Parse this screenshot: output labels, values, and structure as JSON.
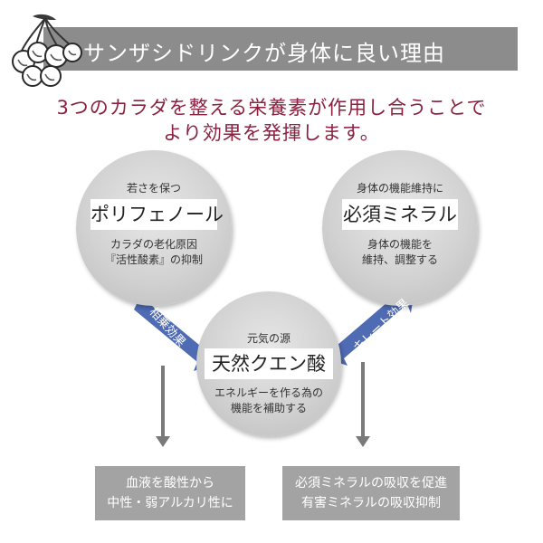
{
  "header": {
    "title": "サンザシドリンクが身体に良い理由"
  },
  "headline": {
    "line1": "3つのカラダを整える栄養素が作用し合うことで",
    "line2": "より効果を発揮します。"
  },
  "nutrients": {
    "polyphenol": {
      "subtitle": "若さを保つ",
      "name": "ポリフェノール",
      "desc1": "カラダの老化原因",
      "desc2": "『活性酸素』の抑制"
    },
    "mineral": {
      "subtitle": "身体の機能維持に",
      "name": "必須ミネラル",
      "desc1": "身体の機能を",
      "desc2": "維持、調整する"
    },
    "citric": {
      "subtitle": "元気の源",
      "name": "天然クエン酸",
      "desc1": "エネルギーを作る為の",
      "desc2": "機能を補助する"
    }
  },
  "arrows": {
    "left_label": "相乗効果",
    "right_label": "キレート効果"
  },
  "results": {
    "left": {
      "line1": "血液を酸性から",
      "line2": "中性・弱アルカリ性に"
    },
    "right": {
      "line1": "必須ミネラルの吸収を促進",
      "line2": "有害ミネラルの吸収抑制"
    }
  },
  "colors": {
    "banner": "#8c8c8c",
    "headline": "#8b2141",
    "arrow": "#4e6bb4",
    "result_box": "#a3a3a3",
    "circle": "#d2d2d2"
  }
}
